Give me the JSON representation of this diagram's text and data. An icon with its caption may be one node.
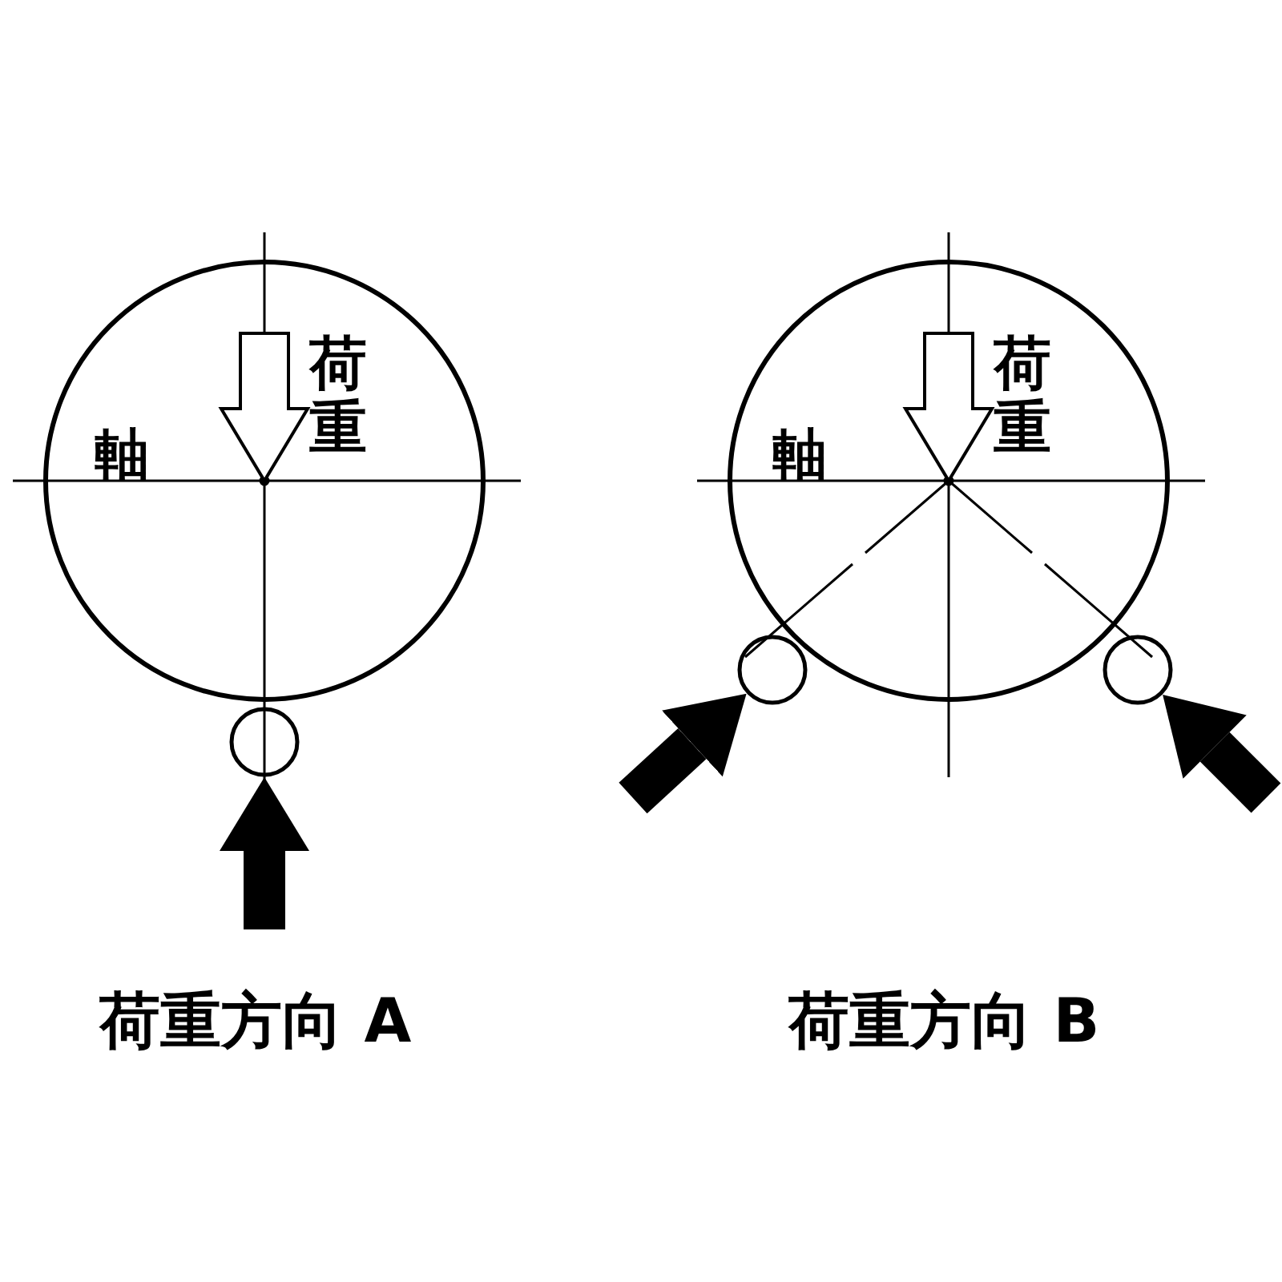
{
  "diagram": {
    "nodes": [
      {
        "text": [
          "軸"
        ]
      },
      {
        "text": [],
        "shape": "circle"
      },
      {
        "text": [
          "軸"
        ]
      },
      {
        "text": [],
        "shape": "circle"
      },
      {
        "text": [],
        "shape": "circle"
      }
    ],
    "edges": [
      {
        "from": null,
        "to": 1,
        "arrow": "to"
      },
      {
        "from": null,
        "to": 3,
        "arrow": "to"
      },
      {
        "from": null,
        "to": 4,
        "arrow": "to"
      }
    ],
    "labels": [
      "荷重",
      "荷重",
      "荷重方向 A",
      "荷重方向 B"
    ]
  }
}
